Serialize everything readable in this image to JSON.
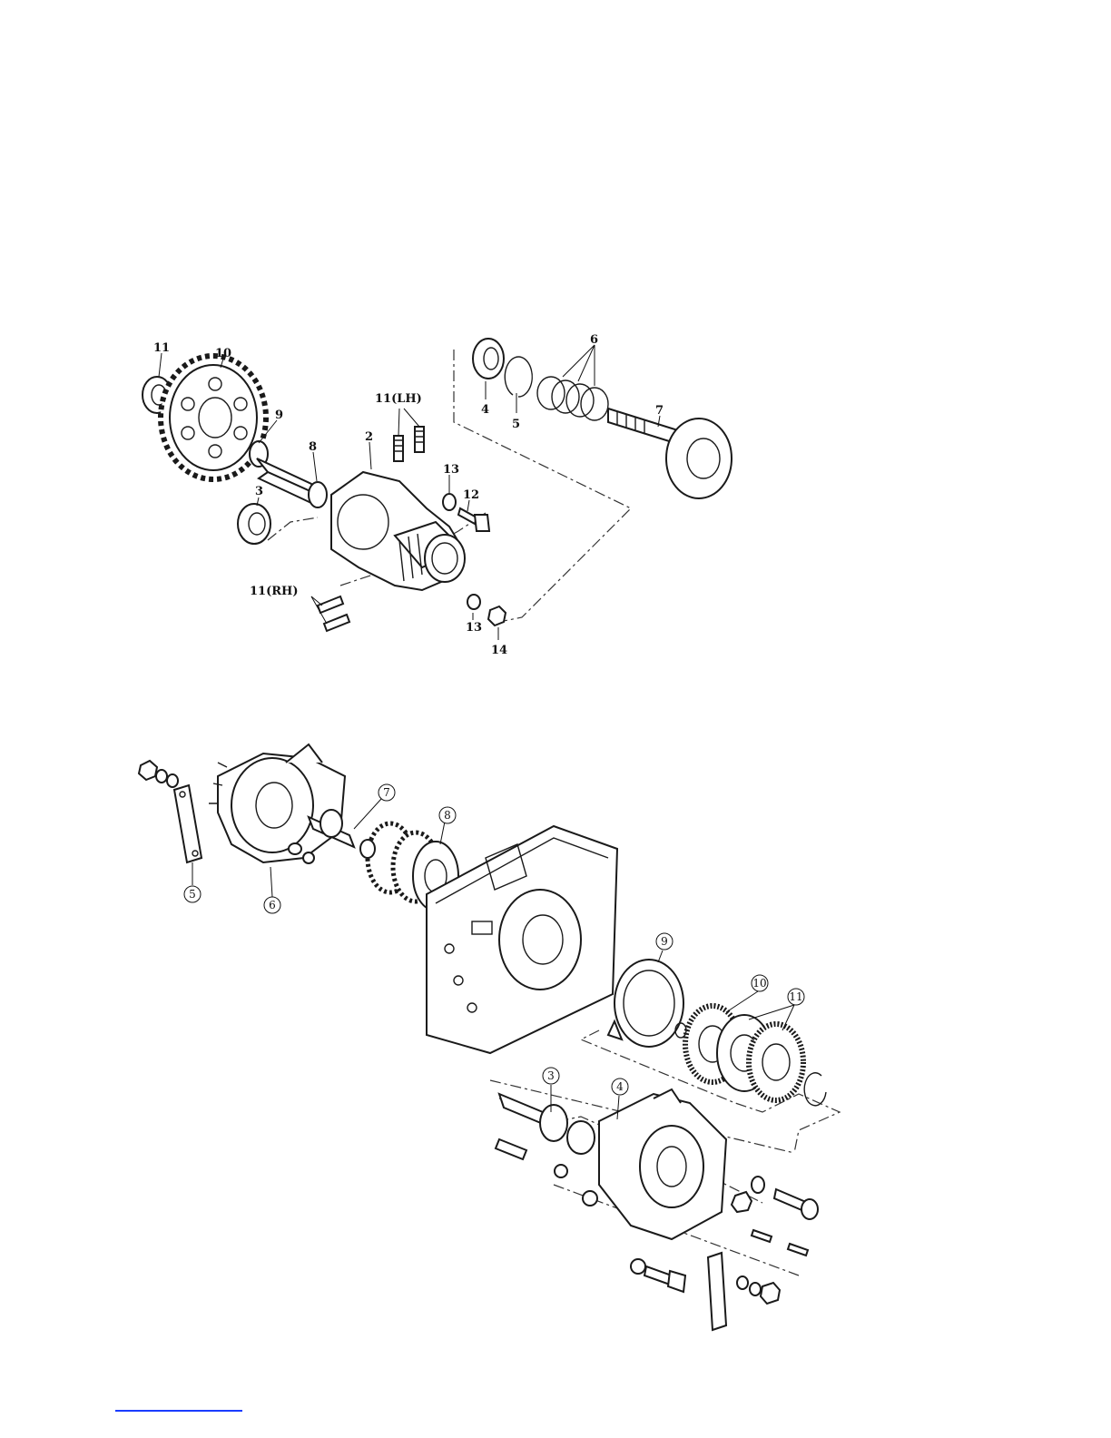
{
  "top_diagram": {
    "callouts": {
      "c11": "11",
      "c10": "10",
      "c9": "9",
      "c8": "8",
      "c3": "3",
      "c2": "2",
      "c11lh": "11(LH)",
      "c13a": "13",
      "c12": "12",
      "c11rh": "11(RH)",
      "c13b": "13",
      "c14": "14",
      "c4": "4",
      "c5": "5",
      "c6": "6",
      "c7": "7"
    }
  },
  "bottom_diagram": {
    "callouts": {
      "c7": "7",
      "c8": "8",
      "c5": "5",
      "c6": "6",
      "c9": "9",
      "c10": "10",
      "c11": "11",
      "c3": "3",
      "c4": "4"
    }
  },
  "colors": {
    "line": "#1a1a1a",
    "link": "#1a3cff"
  }
}
